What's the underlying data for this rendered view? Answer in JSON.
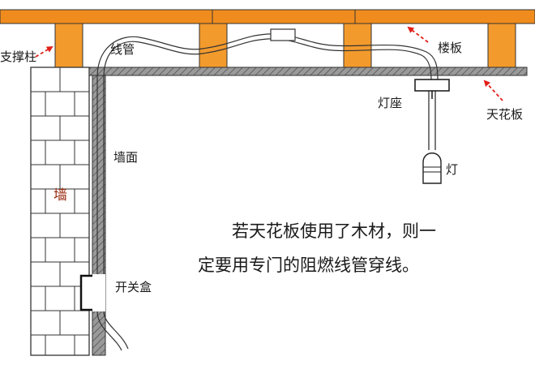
{
  "labels": {
    "support_post": "支撑柱",
    "conduit": "线管",
    "floor_slab": "楼板",
    "lamp_base": "灯座",
    "ceiling": "天花板",
    "wall_surface": "墙面",
    "lamp": "灯",
    "wall": "墙",
    "switch_box": "开关盒"
  },
  "note": {
    "line1": "若天花板使用了木材，则一",
    "line2": "定要用专门的阻燃线管穿线。"
  },
  "colors": {
    "floor_orange": "#f08c1e",
    "post_orange": "#f39a2c",
    "arrow_red": "#e0201a",
    "wall_gray": "#8c8c8c",
    "brick_line": "#333333"
  }
}
